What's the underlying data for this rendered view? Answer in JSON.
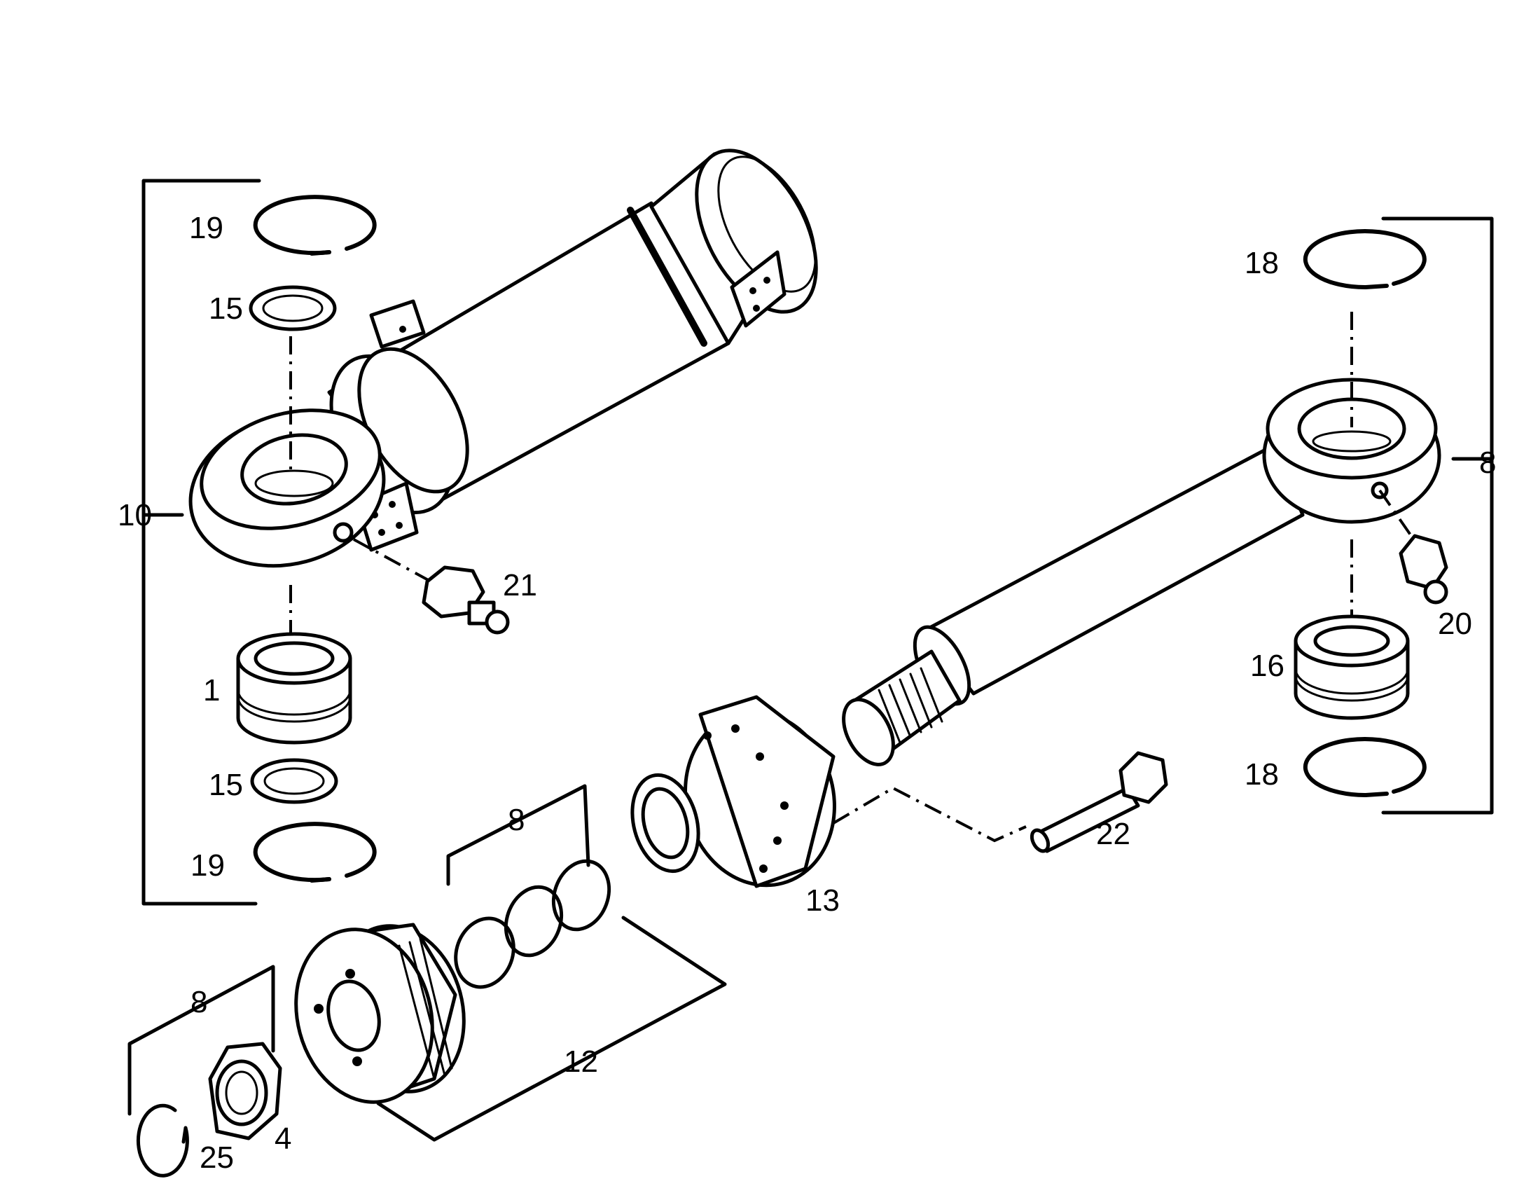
{
  "labels": {
    "l19a": "19",
    "l15a": "15",
    "l10": "10",
    "l21": "21",
    "l1": "1",
    "l15b": "15",
    "l19b": "19",
    "l18a": "18",
    "l8r": "8",
    "l20": "20",
    "l16": "16",
    "l18b": "18",
    "l22": "22",
    "l13": "13",
    "l8m": "8",
    "l12": "12",
    "l8l": "8",
    "l4": "4",
    "l25": "25"
  }
}
